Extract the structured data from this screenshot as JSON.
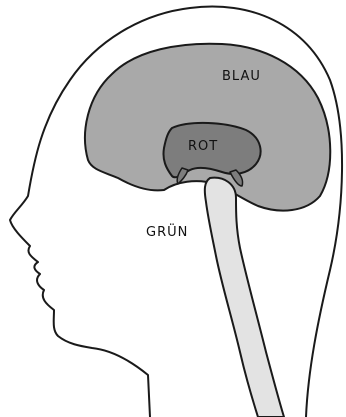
{
  "labels": {
    "cortex": "BLAU",
    "limbic": "ROT",
    "stem": "GRÜN"
  },
  "colors": {
    "background": "#ffffff",
    "outline": "#1a1a1a",
    "cortex_fill": "#a9a9a9",
    "limbic_fill": "#7d7d7d",
    "stem_fill": "#e3e3e3"
  }
}
